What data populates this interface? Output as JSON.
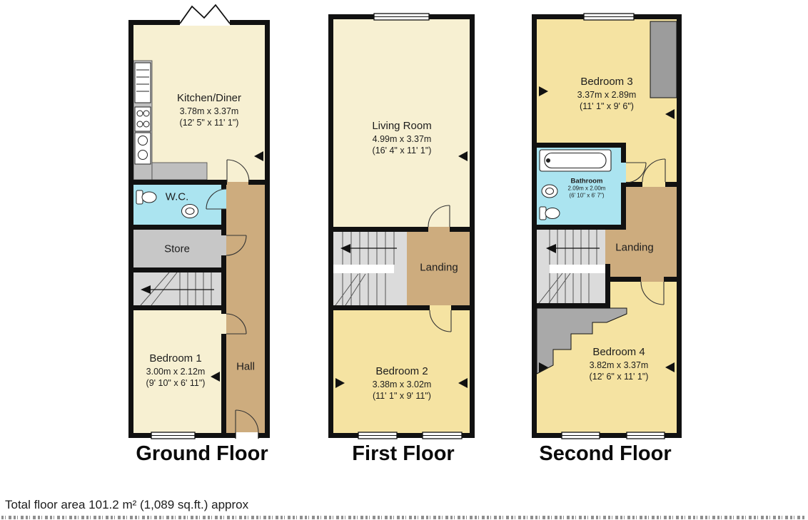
{
  "footer": {
    "total_area": "Total floor area 101.2 m² (1,089 sq.ft.) approx"
  },
  "colors": {
    "wall": "#111111",
    "cream_room": "#F7F0D2",
    "yellow_room": "#F5E3A2",
    "hall_landing": "#CDAC7E",
    "bathroom": "#ABE4F0",
    "store": "#C7C7C7",
    "stairs": "#DBDBDB",
    "closet": "#9C9C9C"
  },
  "floors": [
    {
      "title": "Ground Floor",
      "rooms": {
        "kitchen": {
          "name": "Kitchen/Diner",
          "metric": "3.78m x 3.37m",
          "imperial": "(12' 5\" x 11' 1\")"
        },
        "wc": {
          "name": "W.C."
        },
        "store": {
          "name": "Store"
        },
        "bedroom1": {
          "name": "Bedroom 1",
          "metric": "3.00m x 2.12m",
          "imperial": "(9' 10\" x 6' 11\")"
        },
        "hall": {
          "name": "Hall"
        }
      }
    },
    {
      "title": "First Floor",
      "rooms": {
        "living": {
          "name": "Living Room",
          "metric": "4.99m x 3.37m",
          "imperial": "(16' 4\" x 11' 1\")"
        },
        "landing": {
          "name": "Landing"
        },
        "bedroom2": {
          "name": "Bedroom 2",
          "metric": "3.38m x 3.02m",
          "imperial": "(11' 1\" x 9' 11\")"
        }
      }
    },
    {
      "title": "Second Floor",
      "rooms": {
        "bedroom3": {
          "name": "Bedroom 3",
          "metric": "3.37m x 2.89m",
          "imperial": "(11' 1\" x 9' 6\")"
        },
        "bathroom": {
          "name": "Bathroom",
          "metric": "2.09m x 2.00m",
          "imperial": "(6' 10\" x 6' 7\")"
        },
        "landing": {
          "name": "Landing"
        },
        "bedroom4": {
          "name": "Bedroom 4",
          "metric": "3.82m x 3.37m",
          "imperial": "(12' 6\" x 11' 1\")"
        }
      }
    }
  ]
}
